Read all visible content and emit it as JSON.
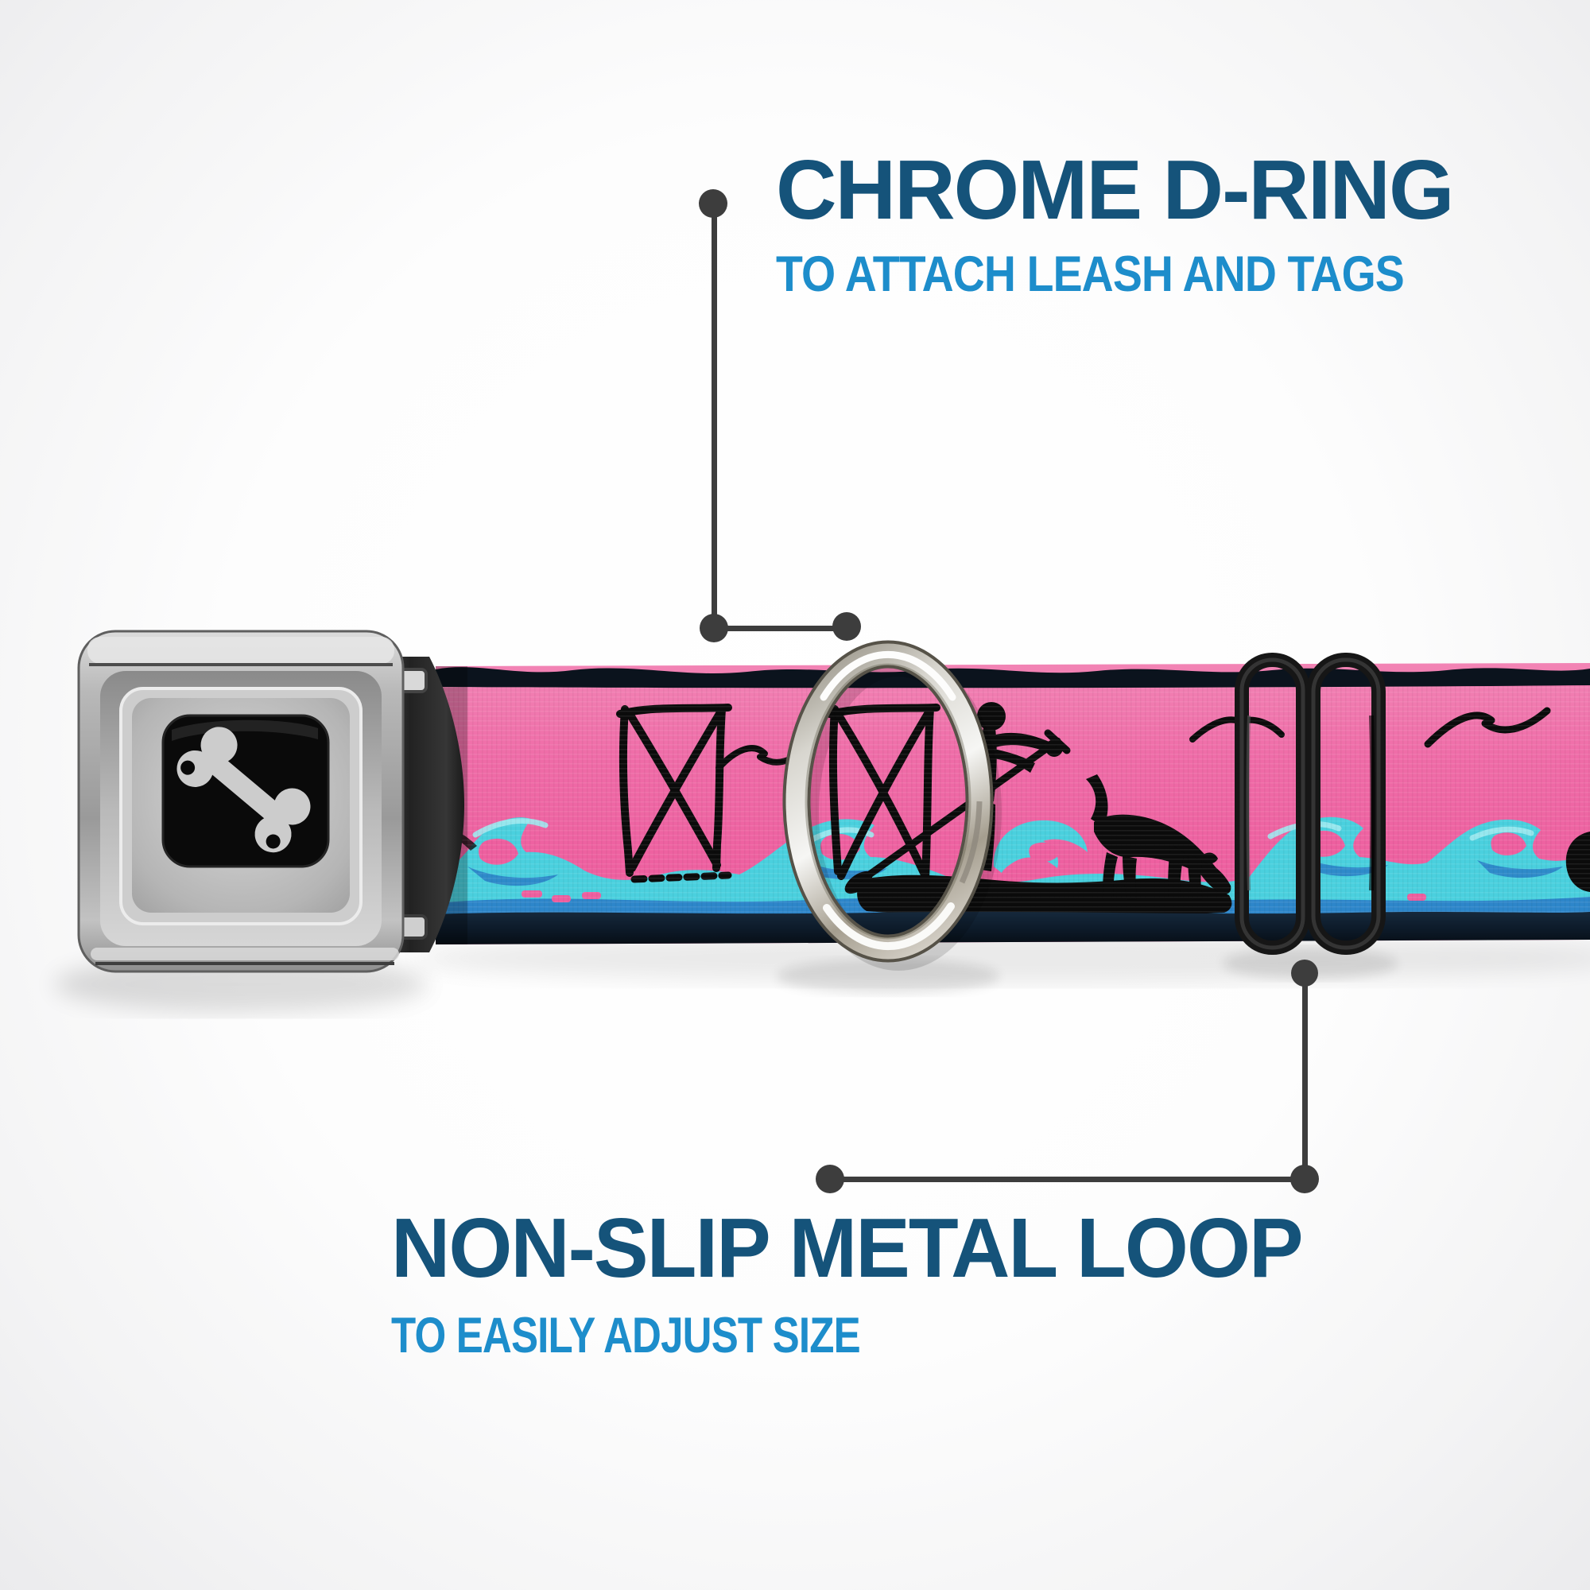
{
  "callouts": {
    "top": {
      "title": "CHROME D-RING",
      "subtitle": "TO ATTACH LEASH AND TAGS"
    },
    "bottom": {
      "title": "NON-SLIP METAL LOOP",
      "subtitle": "TO EASILY ADJUST SIZE"
    }
  },
  "colors": {
    "title_navy": "#15537a",
    "subtitle_blue": "#1d8dcb",
    "callout_gray": "#3d3d3d",
    "webbing_pink": "#ee5f9f",
    "wave_cyan": "#4ad0de",
    "wave_blue": "#2b82c8",
    "edge_navy": "#0e1f2e",
    "silhouette_black": "#0b0b0b",
    "buckle_silver": "#b9b9b9",
    "buckle_logo_gray": "#cccccc",
    "loop_black": "#1b1b1b",
    "dring_chrome": "#d8d6cf"
  },
  "icons": {
    "buckle_logo": "bone-icon",
    "webbing_art": [
      "seagull-icon",
      "paddleboarder-silhouette",
      "dog-silhouette",
      "lifeguard-frame",
      "wave-pattern"
    ]
  }
}
